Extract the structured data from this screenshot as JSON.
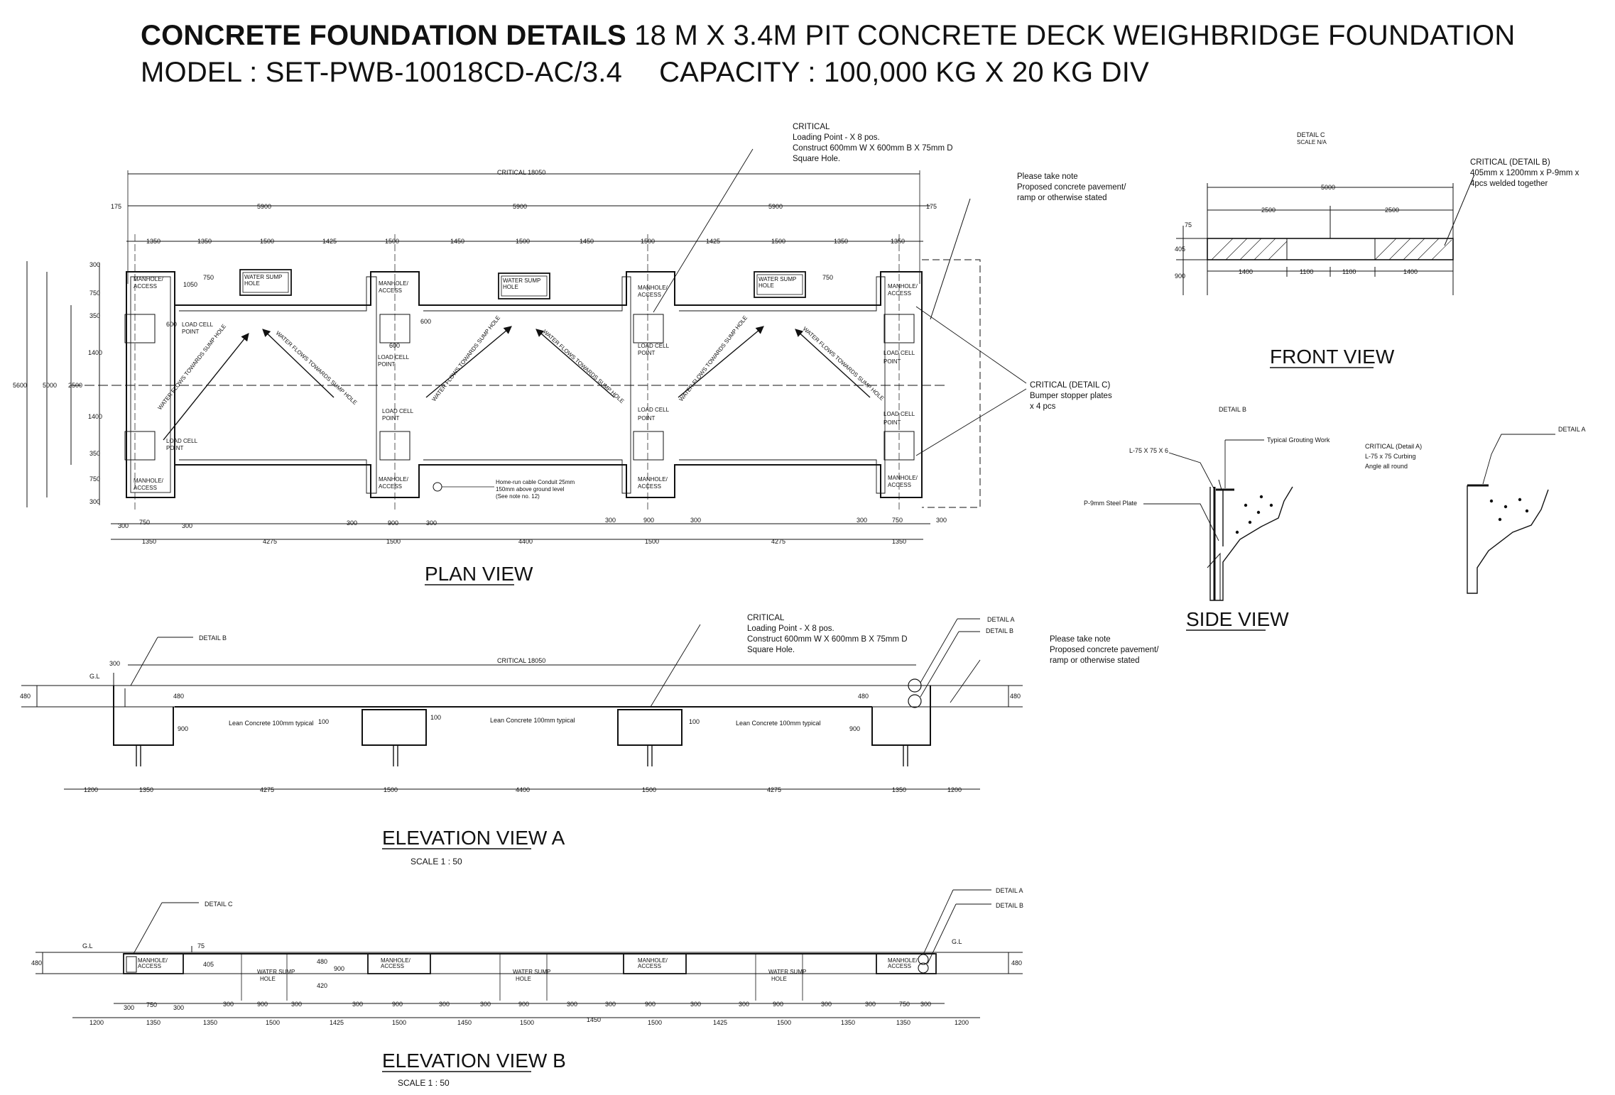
{
  "title": {
    "bold": "CONCRETE FOUNDATION DETAILS",
    "rest": "18 M X 3.4M PIT CONCRETE  DECK WEIGHBRIDGE FOUNDATION",
    "model": "MODEL : SET-PWB-10018CD-AC/3.4",
    "capacity": "CAPACITY : 100,000 KG X 20 KG DIV"
  },
  "views": {
    "plan": "PLAN VIEW",
    "front": "FRONT VIEW",
    "side": "SIDE VIEW",
    "elev_a": "ELEVATION VIEW A",
    "elev_a_scale": "SCALE 1 : 50",
    "elev_b": "ELEVATION VIEW B",
    "elev_b_scale": "SCALE 1 : 50"
  },
  "notes": {
    "critical": "CRITICAL",
    "loading": "Loading Point - X 8 pos.",
    "construct": "Construct 600mm W X 600mm B X 75mm D",
    "square": "Square Hole.",
    "please": "Please take note",
    "proposed": "Proposed concrete pavement/",
    "ramp": "ramp or otherwise stated",
    "bumper_c": "CRITICAL (DETAIL C)",
    "bumper": "Bumper stopper plates",
    "bumper_qty": "x 4 pcs",
    "homerun1": "Home-run cable Conduit 25mm",
    "homerun2": "150mm above ground level",
    "homerun3": "(See note no. 12)",
    "water_flow": "WATER FLOWS TOWARDS SUMP HOLE",
    "lean": "Lean Concrete 100mm typical",
    "detail_a": "DETAIL A",
    "detail_b": "DETAIL B",
    "detail_c": "DETAIL C",
    "scale_na": "SCALE N/A",
    "crit_b": "CRITICAL (DETAIL B)",
    "crit_b2": "405mm x 1200mm x P-9mm x",
    "crit_b3": "4pcs welded together",
    "typical_grout": "Typical Grouting Work",
    "angle": "L-75 X 75 X 6",
    "plate": "P-9mm Steel Plate",
    "crit_a": "CRITICAL (Detail A)",
    "crit_a2": "L-75 x 75 Curbing",
    "crit_a3": "Angle all round",
    "gl": "G.L",
    "manhole": "MANHOLE/",
    "access": "ACCESS",
    "water_sump": "WATER SUMP",
    "hole": "HOLE",
    "load_cell": "LOAD CELL",
    "point": "POINT",
    "critical_dim": "CRITICAL 18050"
  },
  "dims": {
    "d175": "175",
    "d5900": "5900",
    "d1350": "1350",
    "d1500": "1500",
    "d1425": "1425",
    "d1450": "1450",
    "d300": "300",
    "d750": "750",
    "d350": "350",
    "d1400": "1400",
    "d5600": "5600",
    "d5000": "5000",
    "d2500": "2500",
    "d1050": "1050",
    "d600": "600",
    "d4275": "4275",
    "d4400": "4400",
    "d900": "900",
    "d480": "480",
    "d1200": "1200",
    "d100": "100",
    "d75": "75",
    "d405": "405",
    "d420": "420",
    "d1100": "1100"
  }
}
